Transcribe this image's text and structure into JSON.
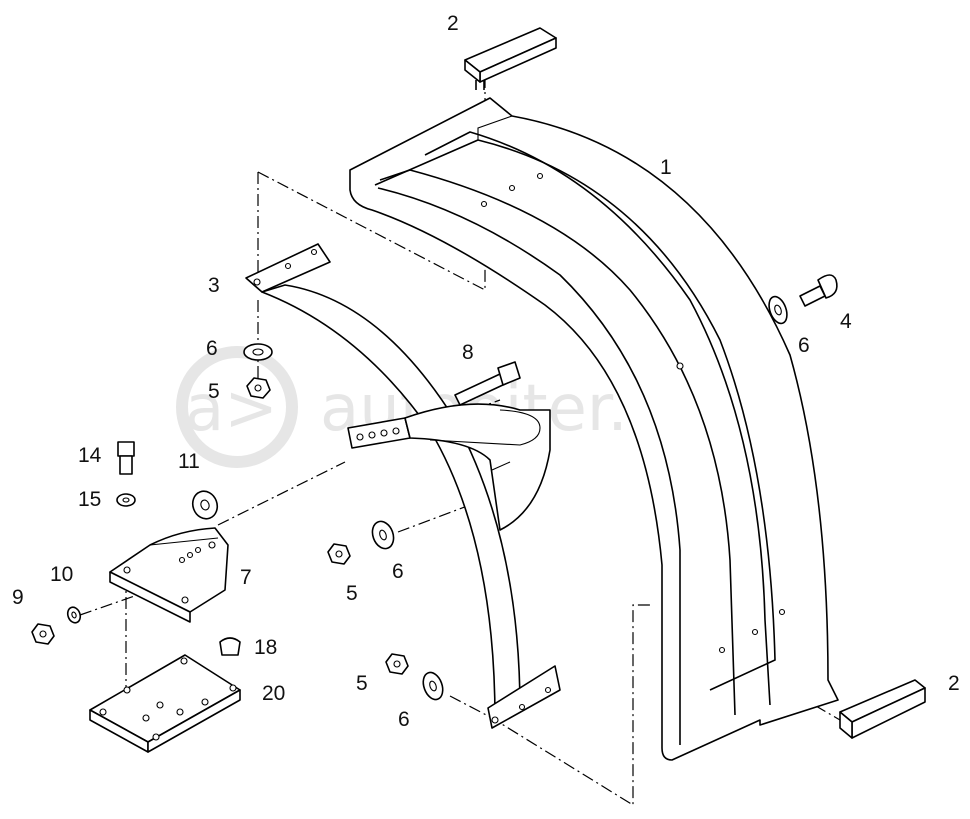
{
  "watermark": {
    "text": "autopiter.ru",
    "logo_text": "a>",
    "color": "#e6e6e6"
  },
  "callouts": [
    {
      "id": "c-2-top",
      "text": "2"
    },
    {
      "id": "c-1",
      "text": "1"
    },
    {
      "id": "c-3",
      "text": "3"
    },
    {
      "id": "c-4",
      "text": "4"
    },
    {
      "id": "c-6-right",
      "text": "6"
    },
    {
      "id": "c-6-left",
      "text": "6"
    },
    {
      "id": "c-8",
      "text": "8"
    },
    {
      "id": "c-5-left",
      "text": "5"
    },
    {
      "id": "c-14",
      "text": "14"
    },
    {
      "id": "c-11",
      "text": "11"
    },
    {
      "id": "c-15",
      "text": "15"
    },
    {
      "id": "c-10",
      "text": "10"
    },
    {
      "id": "c-7",
      "text": "7"
    },
    {
      "id": "c-9",
      "text": "9"
    },
    {
      "id": "c-6-mid",
      "text": "6"
    },
    {
      "id": "c-5-mid",
      "text": "5"
    },
    {
      "id": "c-18",
      "text": "18"
    },
    {
      "id": "c-20",
      "text": "20"
    },
    {
      "id": "c-5-bottom",
      "text": "5"
    },
    {
      "id": "c-6-bottom",
      "text": "6"
    },
    {
      "id": "c-2-bottom",
      "text": "2"
    }
  ]
}
